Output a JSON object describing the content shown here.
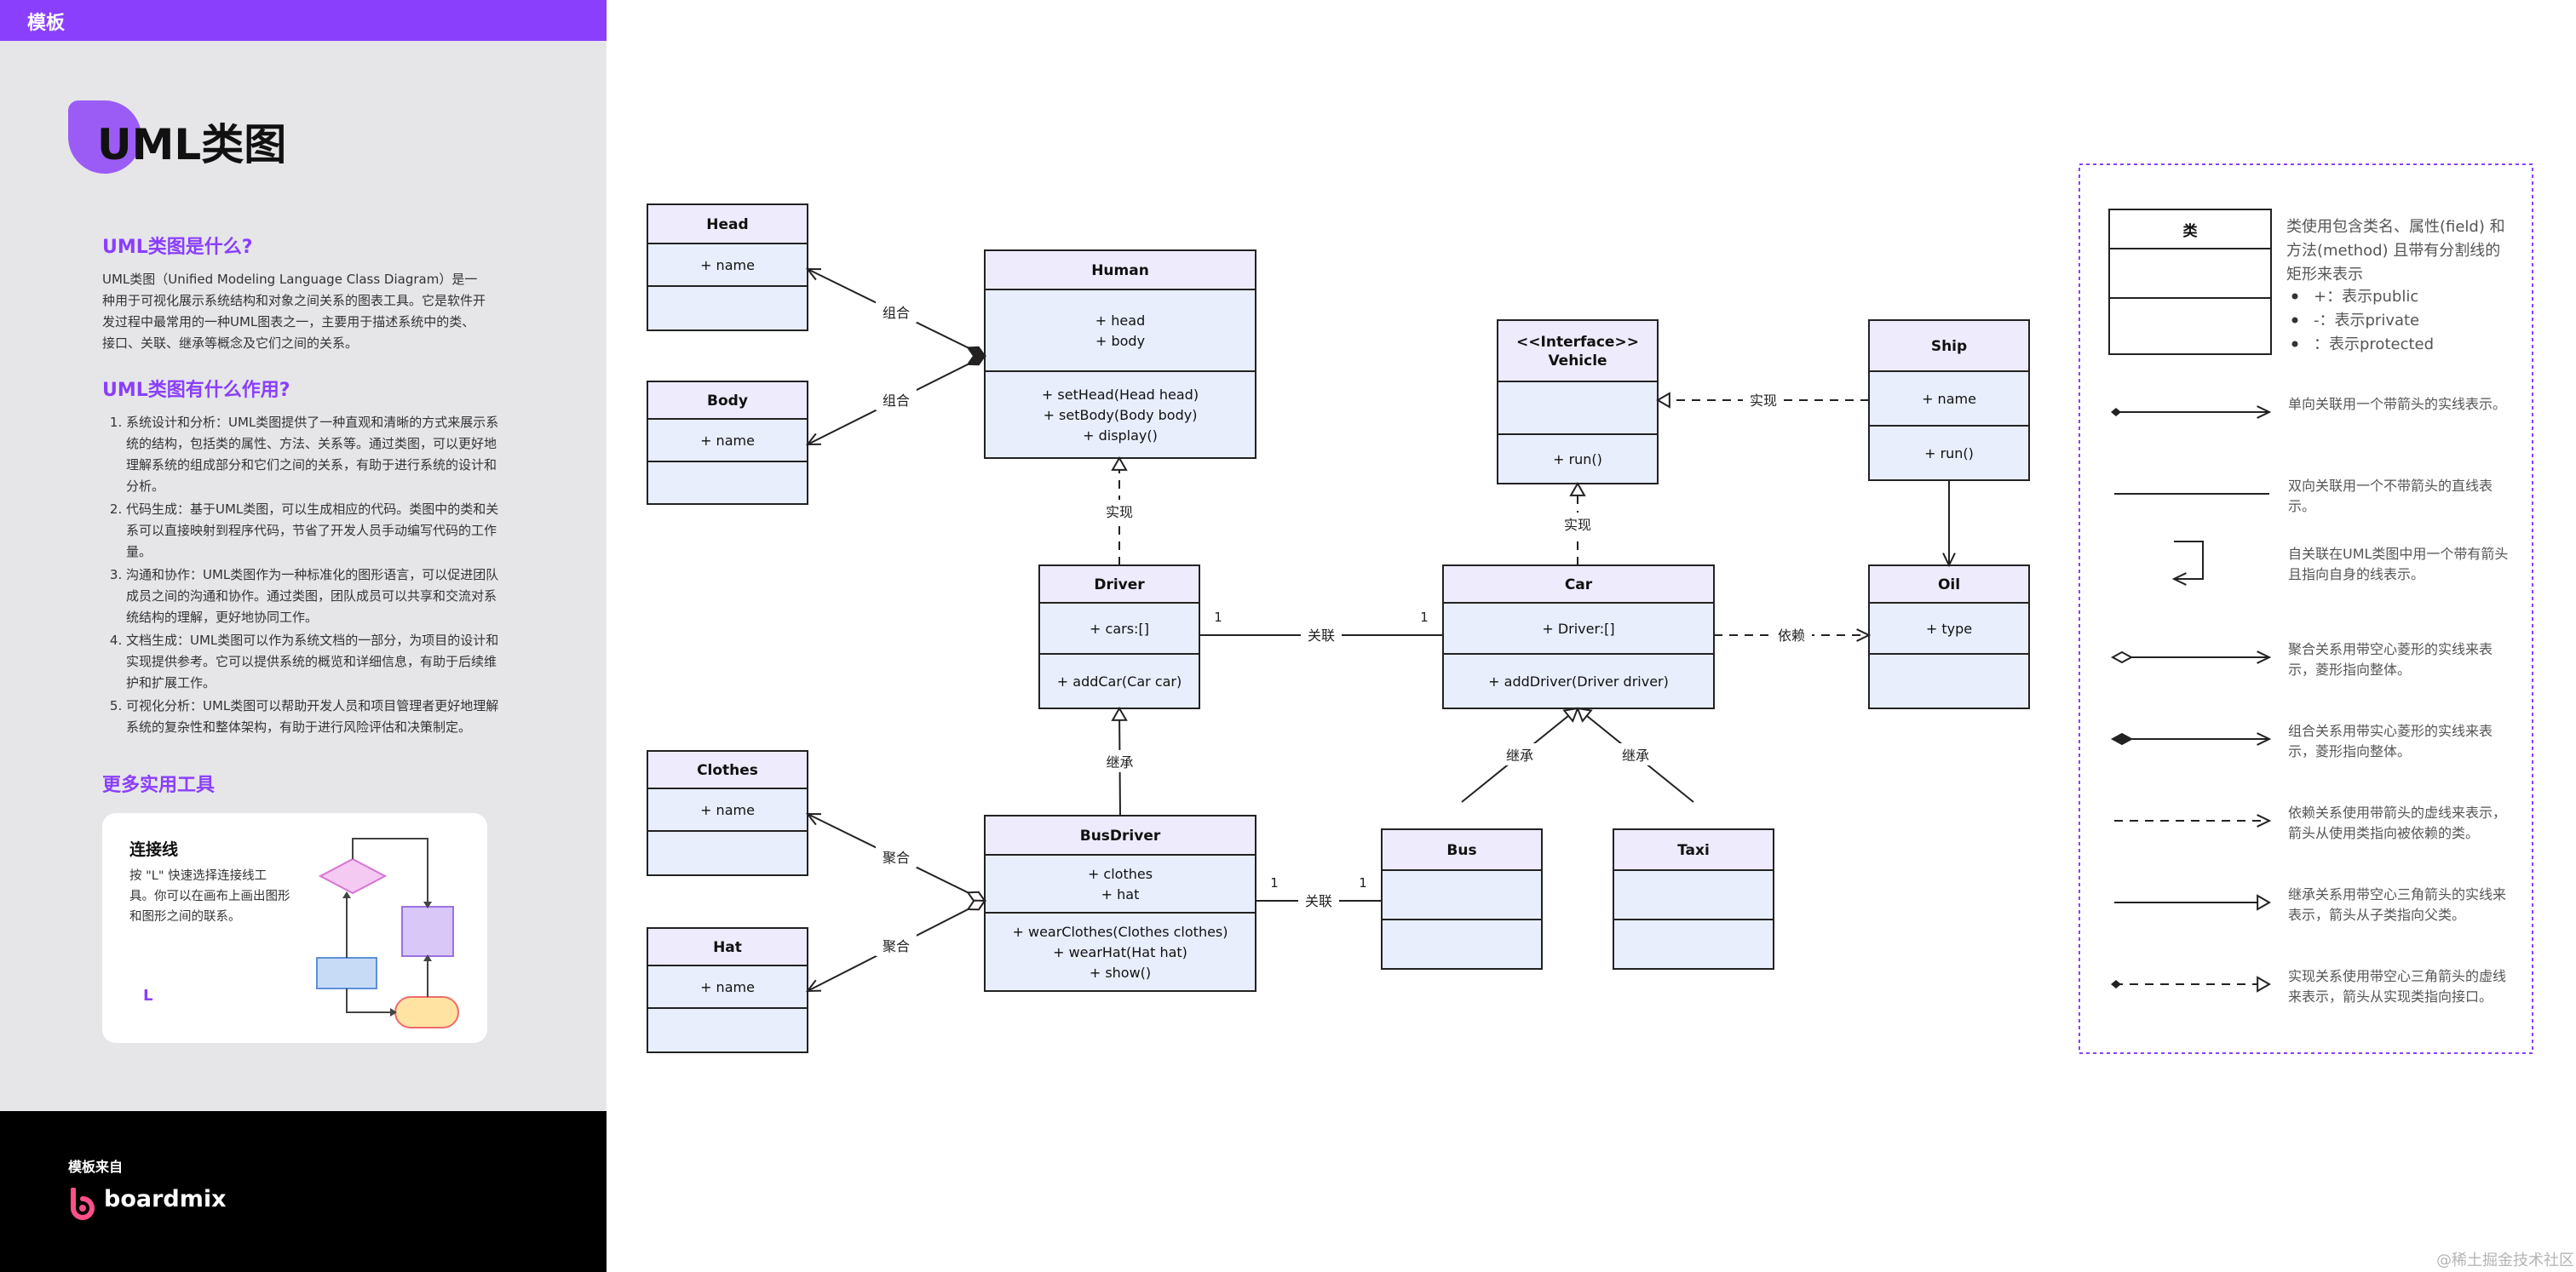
{
  "template_tag": "模板",
  "title": "UML类图",
  "section1": {
    "heading": "UML类图是什么?",
    "body": "UML类图（Unified Modeling Language Class Diagram）是一种用于可视化展示系统结构和对象之间关系的图表工具。它是软件开发过程中最常用的一种UML图表之一，主要用于描述系统中的类、接口、关联、继承等概念及它们之间的关系。"
  },
  "section2": {
    "heading": "UML类图有什么作用?",
    "items": [
      "系统设计和分析：UML类图提供了一种直观和清晰的方式来展示系统的结构，包括类的属性、方法、关系等。通过类图，可以更好地理解系统的组成部分和它们之间的关系，有助于进行系统的设计和分析。",
      "代码生成：基于UML类图，可以生成相应的代码。类图中的类和关系可以直接映射到程序代码，节省了开发人员手动编写代码的工作量。",
      "沟通和协作：UML类图作为一种标准化的图形语言，可以促进团队成员之间的沟通和协作。通过类图，团队成员可以共享和交流对系统结构的理解，更好地协同工作。",
      "文档生成：UML类图可以作为系统文档的一部分，为项目的设计和实现提供参考。它可以提供系统的概览和详细信息，有助于后续维护和扩展工作。",
      "可视化分析：UML类图可以帮助开发人员和项目管理者更好地理解系统的复杂性和整体架构，有助于进行风险评估和决策制定。"
    ]
  },
  "section3": {
    "heading": "更多实用工具"
  },
  "tool_card": {
    "title": "连接线",
    "description": "按 \"L\" 快速选择连接线工具。你可以在画布上画出图形和图形之间的联系。",
    "shortcut": "L"
  },
  "footer": {
    "from_label": "模板来自",
    "brand": "boardmix"
  },
  "colors": {
    "accent": "#8a3ffc",
    "class_header": "#eeebfc",
    "class_body": "#e8eefc",
    "sidebar_bg": "#e6e6e9",
    "footer_bg": "#000000"
  },
  "diagram": {
    "classes": [
      {
        "id": "head",
        "name": "Head",
        "attrs": [
          "+ name"
        ],
        "methods": []
      },
      {
        "id": "body",
        "name": "Body",
        "attrs": [
          "+ name"
        ],
        "methods": []
      },
      {
        "id": "human",
        "name": "Human",
        "attrs": [
          "+ head",
          "+ body"
        ],
        "methods": [
          "+ setHead(Head head)",
          "+ setBody(Body body)",
          "+ display()"
        ]
      },
      {
        "id": "vehicle",
        "name": [
          "<<Interface>>",
          "Vehicle"
        ],
        "attrs": [],
        "methods": [
          "+ run()"
        ]
      },
      {
        "id": "ship",
        "name": "Ship",
        "attrs": [
          "+ name"
        ],
        "methods": [
          "+ run()"
        ]
      },
      {
        "id": "driver",
        "name": "Driver",
        "attrs": [
          "+ cars:[]"
        ],
        "methods": [
          "+ addCar(Car car)"
        ]
      },
      {
        "id": "car",
        "name": "Car",
        "attrs": [
          "+ Driver:[]"
        ],
        "methods": [
          "+ addDriver(Driver driver)"
        ]
      },
      {
        "id": "oil",
        "name": "Oil",
        "attrs": [
          "+ type"
        ],
        "methods": []
      },
      {
        "id": "clothes",
        "name": "Clothes",
        "attrs": [
          "+ name"
        ],
        "methods": []
      },
      {
        "id": "hat",
        "name": "Hat",
        "attrs": [
          "+ name"
        ],
        "methods": []
      },
      {
        "id": "busdriver",
        "name": "BusDriver",
        "attrs": [
          "+ clothes",
          "+ hat"
        ],
        "methods": [
          "+ wearClothes(Clothes clothes)",
          "+ wearHat(Hat hat)",
          "+ show()"
        ]
      },
      {
        "id": "bus",
        "name": "Bus",
        "attrs": [],
        "methods": []
      },
      {
        "id": "taxi",
        "name": "Taxi",
        "attrs": [],
        "methods": []
      }
    ],
    "relations": [
      {
        "from": "human",
        "to": "head",
        "type": "composition",
        "label": "组合"
      },
      {
        "from": "human",
        "to": "body",
        "type": "composition",
        "label": "组合"
      },
      {
        "from": "driver",
        "to": "human",
        "type": "realization",
        "label": "实现"
      },
      {
        "from": "ship",
        "to": "vehicle",
        "type": "realization",
        "label": "实现"
      },
      {
        "from": "car",
        "to": "vehicle",
        "type": "realization",
        "label": "实现"
      },
      {
        "from": "ship",
        "to": "oil",
        "type": "association",
        "label": ""
      },
      {
        "from": "driver",
        "to": "car",
        "type": "association",
        "label": "关联",
        "mult_from": "1",
        "mult_to": "1"
      },
      {
        "from": "car",
        "to": "oil",
        "type": "dependency",
        "label": "依赖"
      },
      {
        "from": "busdriver",
        "to": "driver",
        "type": "inheritance",
        "label": "继承"
      },
      {
        "from": "bus",
        "to": "car",
        "type": "inheritance",
        "label": "继承"
      },
      {
        "from": "taxi",
        "to": "car",
        "type": "inheritance",
        "label": "继承"
      },
      {
        "from": "busdriver",
        "to": "clothes",
        "type": "aggregation",
        "label": "聚合"
      },
      {
        "from": "busdriver",
        "to": "hat",
        "type": "aggregation",
        "label": "聚合"
      },
      {
        "from": "busdriver",
        "to": "bus",
        "type": "association",
        "label": "关联",
        "mult_from": "1",
        "mult_to": "1"
      }
    ]
  },
  "legend": {
    "class_box_label": "类",
    "class_desc": [
      "类使用包含类名、属性(field) 和",
      "方法(method) 且带有分割线的",
      "矩形来表示"
    ],
    "visibility": [
      "+：表示public",
      "-：表示private",
      "：表示protected"
    ],
    "items": [
      {
        "type": "unidirectional",
        "text": [
          "单向关联用一个带箭头的实线表示。"
        ]
      },
      {
        "type": "bidirectional",
        "text": [
          "双向关联用一个不带箭头的直线表",
          "示。"
        ]
      },
      {
        "type": "self",
        "text": [
          "自关联在UML类图中用一个带有箭头",
          "且指向自身的线表示。"
        ]
      },
      {
        "type": "aggregation",
        "text": [
          "聚合关系用带空心菱形的实线来表",
          "示，菱形指向整体。"
        ]
      },
      {
        "type": "composition",
        "text": [
          "组合关系用带实心菱形的实线来表",
          "示，菱形指向整体。"
        ]
      },
      {
        "type": "dependency",
        "text": [
          "依赖关系使用带箭头的虚线来表示，",
          "箭头从使用类指向被依赖的类。"
        ]
      },
      {
        "type": "inheritance",
        "text": [
          "继承关系用带空心三角箭头的实线来",
          "表示，箭头从子类指向父类。"
        ]
      },
      {
        "type": "realization",
        "text": [
          "实现关系使用带空心三角箭头的虚线",
          "来表示，箭头从实现类指向接口。"
        ]
      }
    ]
  },
  "watermark": "@稀土掘金技术社区"
}
